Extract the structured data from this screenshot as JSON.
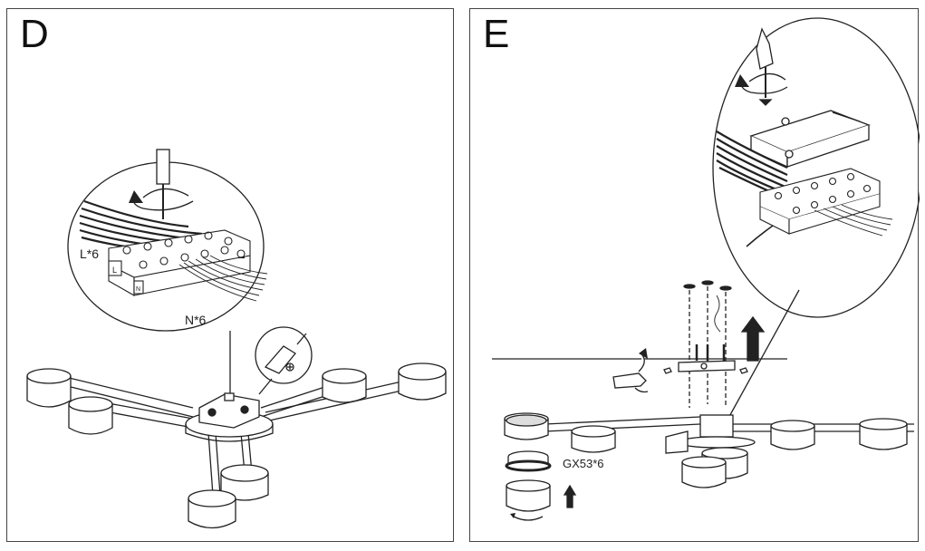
{
  "panels": {
    "d": {
      "step": "D",
      "labels": {
        "live": "L*6",
        "neutral": "N*6",
        "terminal_l": "L",
        "terminal_n": "N"
      }
    },
    "e": {
      "step": "E",
      "labels": {
        "bulb": "GX53*6"
      }
    }
  },
  "colors": {
    "line": "#222222",
    "frame": "#444444",
    "fill": "#ffffff"
  }
}
